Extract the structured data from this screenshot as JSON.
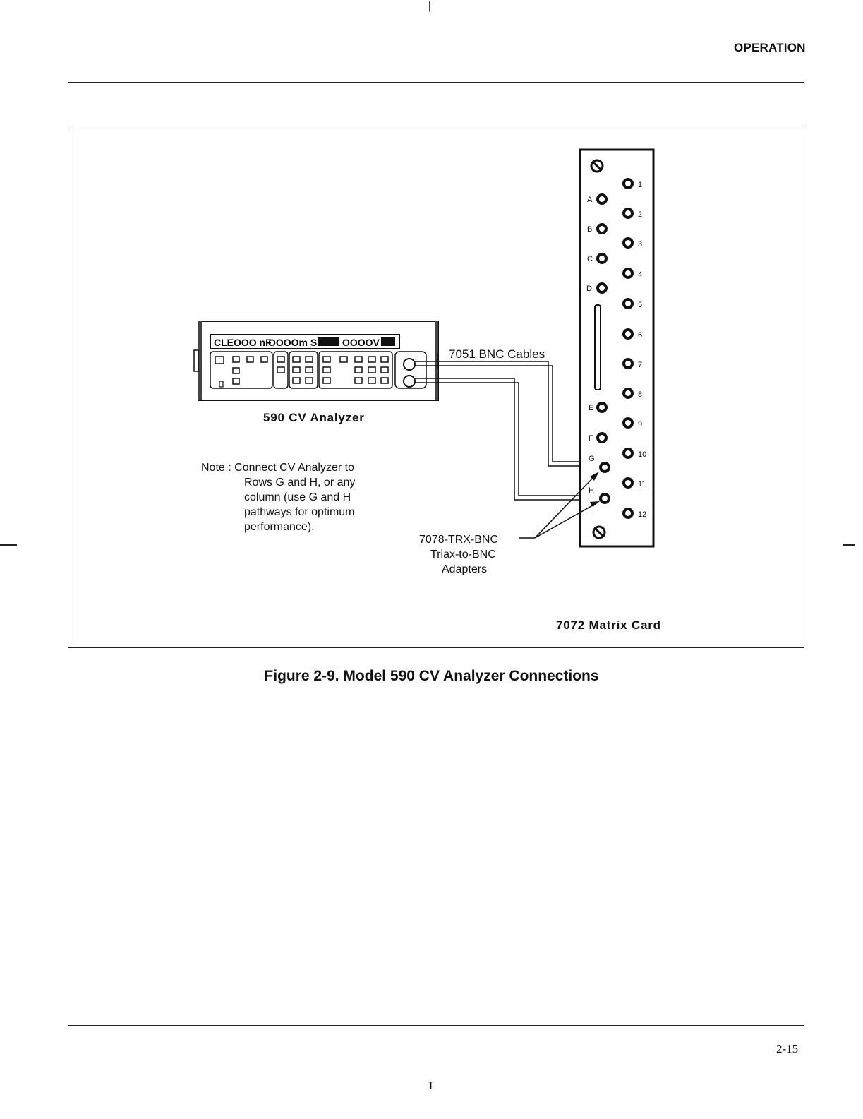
{
  "header": {
    "section_title": "OPERATION"
  },
  "figure": {
    "instrument_label": "590 CV Analyzer",
    "display_chars": [
      "CLEOOO nF",
      "OOOOm S",
      "OOOOV"
    ],
    "note_lines": [
      "Note : Connect CV Analyzer to",
      "Rows G and H, or any",
      "column (use G and H",
      "pathways for optimum",
      "performance)."
    ],
    "cables_label": "7051 BNC Cables",
    "adapter_lines": [
      "7078-TRX-BNC",
      "Triax-to-BNC",
      "Adapters"
    ],
    "card_label": "7072 Matrix Card",
    "row_labels": [
      "A",
      "B",
      "C",
      "D",
      "E",
      "F",
      "G",
      "H"
    ],
    "column_labels": [
      "1",
      "2",
      "3",
      "4",
      "5",
      "6",
      "7",
      "8",
      "9",
      "10",
      "11",
      "12"
    ]
  },
  "caption": "Figure 2-9. Model 590 CV Analyzer Connections",
  "footer": {
    "page_number": "2-15",
    "bottom_mark": "I"
  }
}
